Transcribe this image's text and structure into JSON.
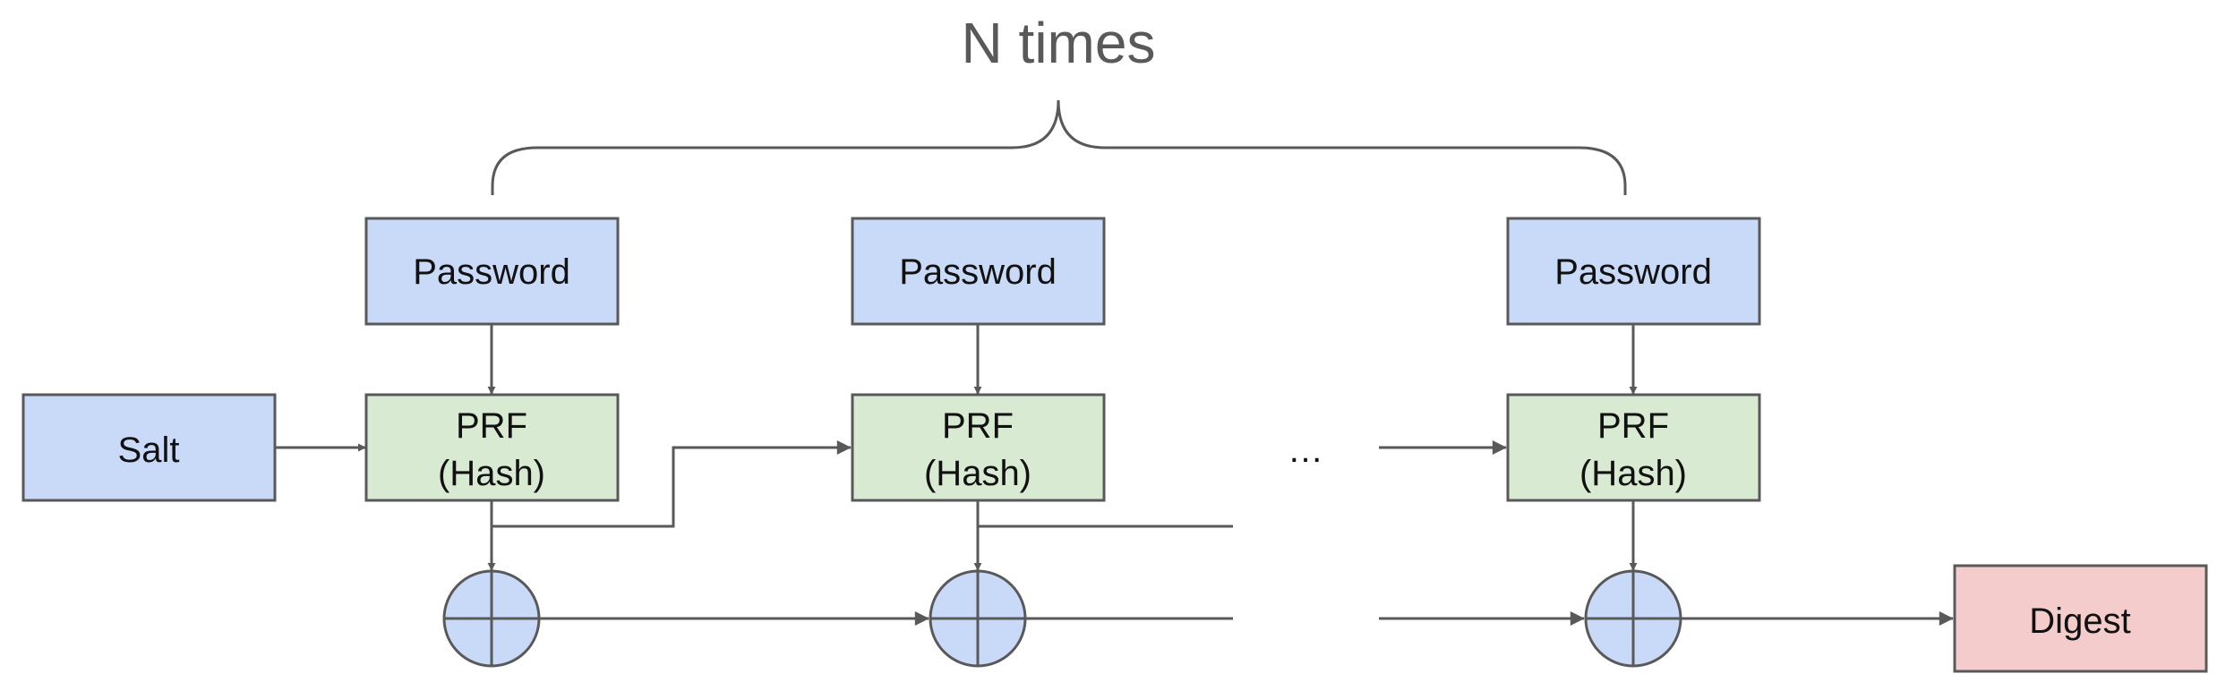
{
  "title": "N times",
  "salt": {
    "label": "Salt"
  },
  "stages": [
    {
      "password": "Password",
      "prf_line1": "PRF",
      "prf_line2": "(Hash)"
    },
    {
      "password": "Password",
      "prf_line1": "PRF",
      "prf_line2": "(Hash)"
    },
    {
      "password": "Password",
      "prf_line1": "PRF",
      "prf_line2": "(Hash)"
    }
  ],
  "ellipsis": "…",
  "digest": {
    "label": "Digest"
  },
  "colors": {
    "input_box": "#c9daf8",
    "prf_box": "#d9ead3",
    "digest_box": "#f4cccc",
    "stroke": "#595959"
  }
}
